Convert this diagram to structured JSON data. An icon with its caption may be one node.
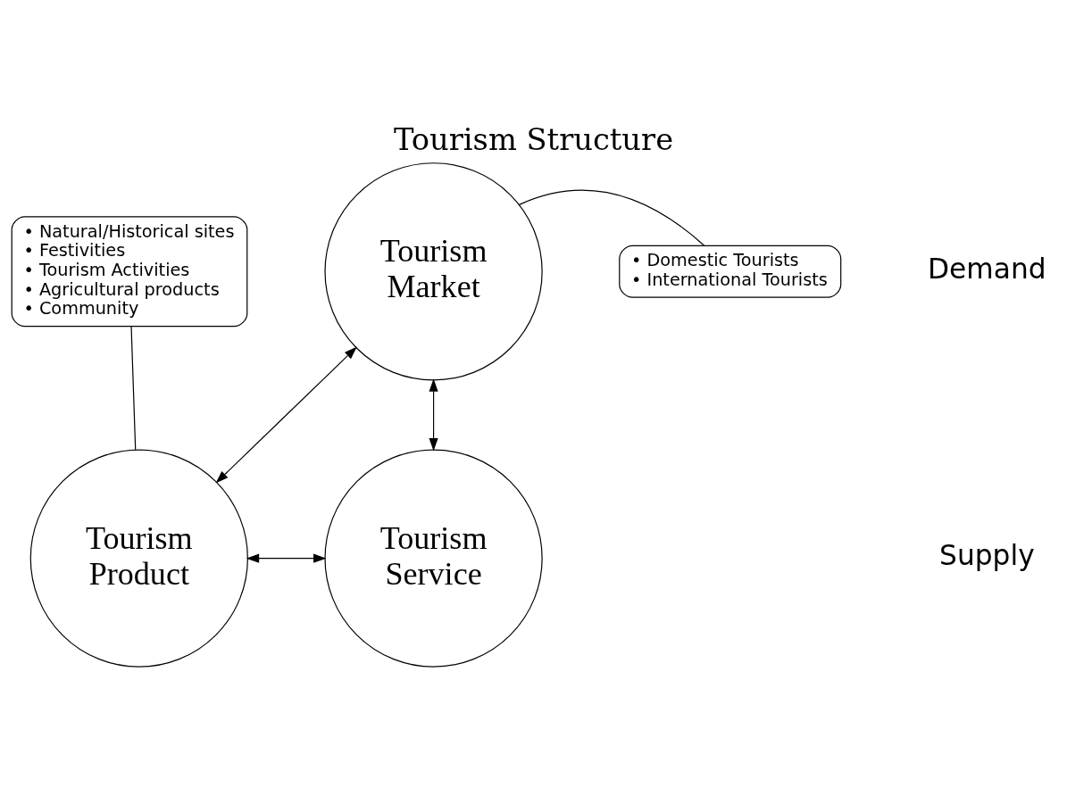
{
  "diagram": {
    "title": "Tourism Structure",
    "nodes": [
      {
        "text": [
          "Tourism Market"
        ]
      },
      {
        "text": [
          "Tourism Product"
        ]
      },
      {
        "text": [
          "Tourism Service"
        ]
      },
      {
        "text": [
          "• Domestic Tourists",
          "• International Tourists"
        ]
      },
      {
        "text": [
          "• Natural/Historical sites",
          "• Festivities",
          "• Tourism Activities",
          "• Agricultural products",
          "• Community"
        ]
      }
    ],
    "edges": [
      {
        "from": 0,
        "to": 1,
        "arrow": "both"
      },
      {
        "from": 0,
        "to": 2,
        "arrow": "both"
      },
      {
        "from": 1,
        "to": 2,
        "arrow": "both"
      },
      {
        "from": 3,
        "to": 0,
        "arrow": "none"
      },
      {
        "from": 4,
        "to": 1,
        "arrow": "none"
      }
    ],
    "labels": [
      "Demand",
      "Supply"
    ]
  }
}
